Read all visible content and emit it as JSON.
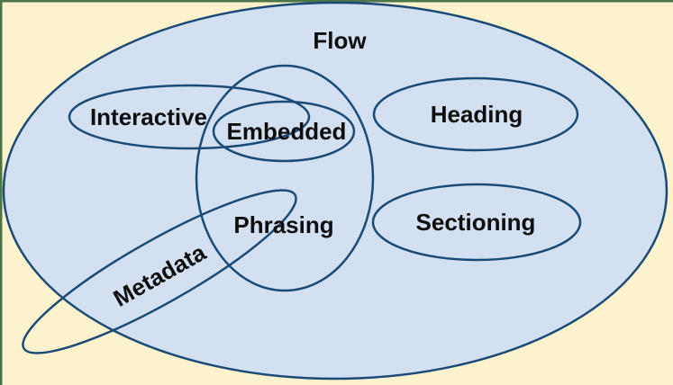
{
  "diagram": {
    "kind": "euler-venn-diagram",
    "sets": [
      {
        "id": "flow",
        "label": "Flow"
      },
      {
        "id": "interactive",
        "label": "Interactive"
      },
      {
        "id": "embedded",
        "label": "Embedded"
      },
      {
        "id": "heading",
        "label": "Heading"
      },
      {
        "id": "phrasing",
        "label": "Phrasing"
      },
      {
        "id": "sectioning",
        "label": "Sectioning"
      },
      {
        "id": "metadata",
        "label": "Metadata"
      }
    ]
  },
  "colors": {
    "canvas_background": "#FDF2CE",
    "venn_fill": "#D3E0F1",
    "venn_stroke": "#1C4A76",
    "frame_border": "#4E7549",
    "label_text": "#0E0E0E"
  }
}
